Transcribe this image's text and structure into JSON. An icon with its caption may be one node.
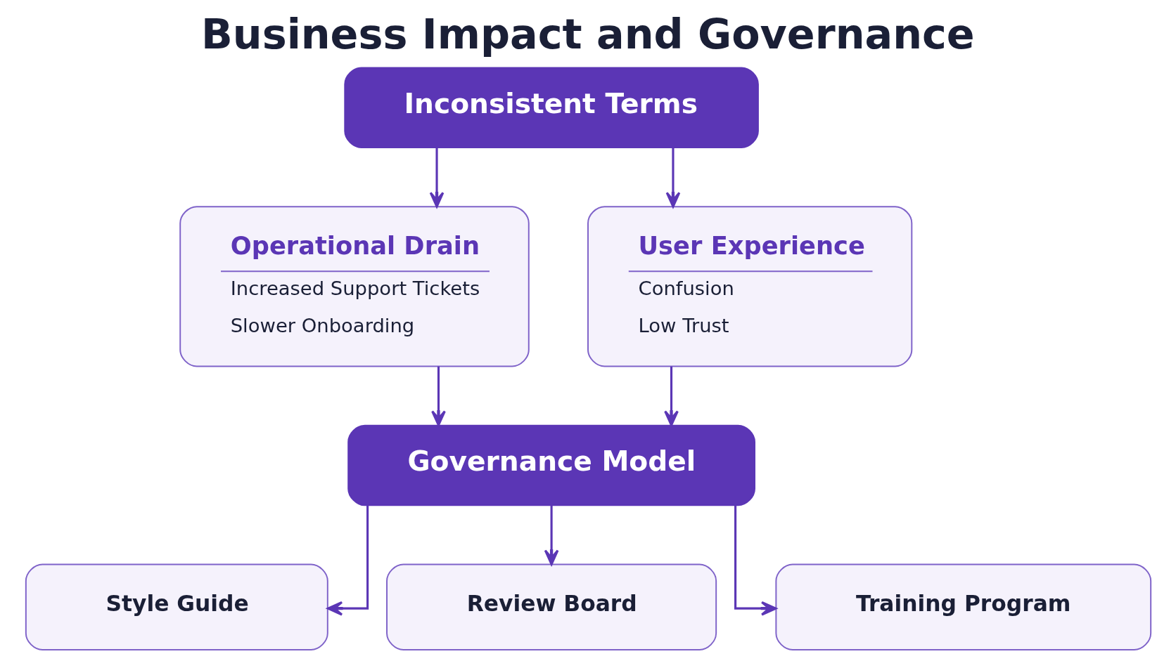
{
  "diagram": {
    "title": "Business Impact and Governance",
    "nodes": [
      {
        "text": [
          "Inconsistent Terms"
        ]
      },
      {
        "text": [
          "Operational Drain",
          "Increased Support Tickets",
          "Slower Onboarding"
        ]
      },
      {
        "text": [
          "User Experience",
          "Confusion",
          "Low Trust"
        ]
      },
      {
        "text": [
          "Governance Model"
        ]
      },
      {
        "text": [
          "Style Guide"
        ]
      },
      {
        "text": [
          "Review Board"
        ]
      },
      {
        "text": [
          "Training Program"
        ]
      }
    ],
    "edges": [
      {
        "from": 0,
        "to": 1,
        "arrow": "to"
      },
      {
        "from": 0,
        "to": 2,
        "arrow": "to"
      },
      {
        "from": 1,
        "to": 3,
        "arrow": "to"
      },
      {
        "from": 2,
        "to": 3,
        "arrow": "to"
      },
      {
        "from": 3,
        "to": 4,
        "arrow": "to"
      },
      {
        "from": 3,
        "to": 5,
        "arrow": "to"
      },
      {
        "from": 3,
        "to": 6,
        "arrow": "to"
      }
    ]
  }
}
